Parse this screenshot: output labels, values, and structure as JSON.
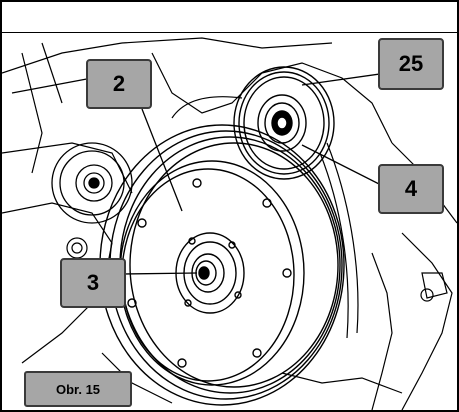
{
  "figure": {
    "callouts": [
      "2",
      "25",
      "4",
      "3"
    ],
    "caption": "Obr. 15"
  }
}
